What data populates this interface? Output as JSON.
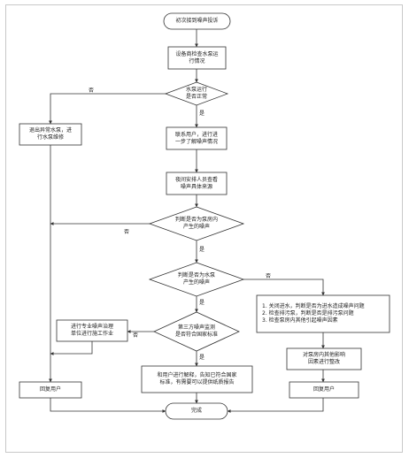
{
  "nodes": {
    "start": "初次接到噪声投诉",
    "check_pump": "设备商检查水泵运\n行情况",
    "pump_ok": "水泵运行\n是否正常",
    "exit_repair": "退出异常水泵，进\n行水泵维修",
    "contact_user": "联系用户，进行进\n一步了解噪声情况",
    "night_check": "夜间安排人员查看\n噪声具体来源",
    "judge_room": "判断是否为泵房内\n产生的噪声",
    "judge_pump": "判断是否为水泵\n产生的噪声",
    "measures": "1. 关闭进水，判断是否为进水造成噪声问题\n2. 检查排污泵，判断是否是排污泵问题\n3. 检查泵房内其他引起噪声因素",
    "other_factors": "对泵房内其他影响\n因素进行整改",
    "third_party": "第三方噪声监测\n是否符合国家标准",
    "professional": "进行专业噪声治理\n单位进行施工作业",
    "explain_user": "和用户进行解释，告知已符合国家\n标准，有需要可以提供纸质报告",
    "reply_left": "回复用户",
    "reply_right": "回复用户",
    "done": "完成"
  },
  "edge_labels": {
    "pump_ok_no": "否",
    "pump_ok_yes": "是",
    "judge_room_no": "否",
    "judge_room_yes": "是",
    "judge_pump_no": "否",
    "judge_pump_yes": "是",
    "third_party_no": "否",
    "third_party_yes": "是"
  },
  "colors": {
    "stroke": "#333333",
    "fill": "#ffffff",
    "text": "#222222"
  }
}
